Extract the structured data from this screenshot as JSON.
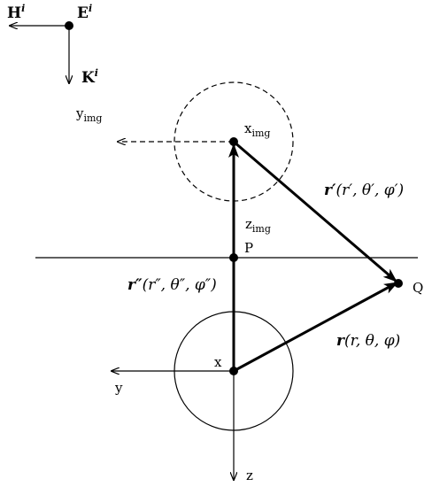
{
  "incident_axes": {
    "h_label": "H",
    "e_label": "E",
    "k_label": "K",
    "superscript": "i"
  },
  "image_point": {
    "x_label": "x",
    "y_label": "y",
    "z_label": "z",
    "subscript": "img"
  },
  "interface_point": "P",
  "observation_point": "Q",
  "source_point": {
    "x_label": "x",
    "y_label": "y",
    "z_label": "z"
  },
  "vectors": {
    "r_prime": {
      "name": "r′",
      "coords": "(r′, θ′, φ′)"
    },
    "r_double_prime": {
      "name": "r″",
      "coords": "(r″, θ″, φ″)"
    },
    "r": {
      "name": "r",
      "coords": "(r, θ, φ)"
    }
  },
  "colors": {
    "ink": "#000000",
    "background": "#ffffff"
  }
}
